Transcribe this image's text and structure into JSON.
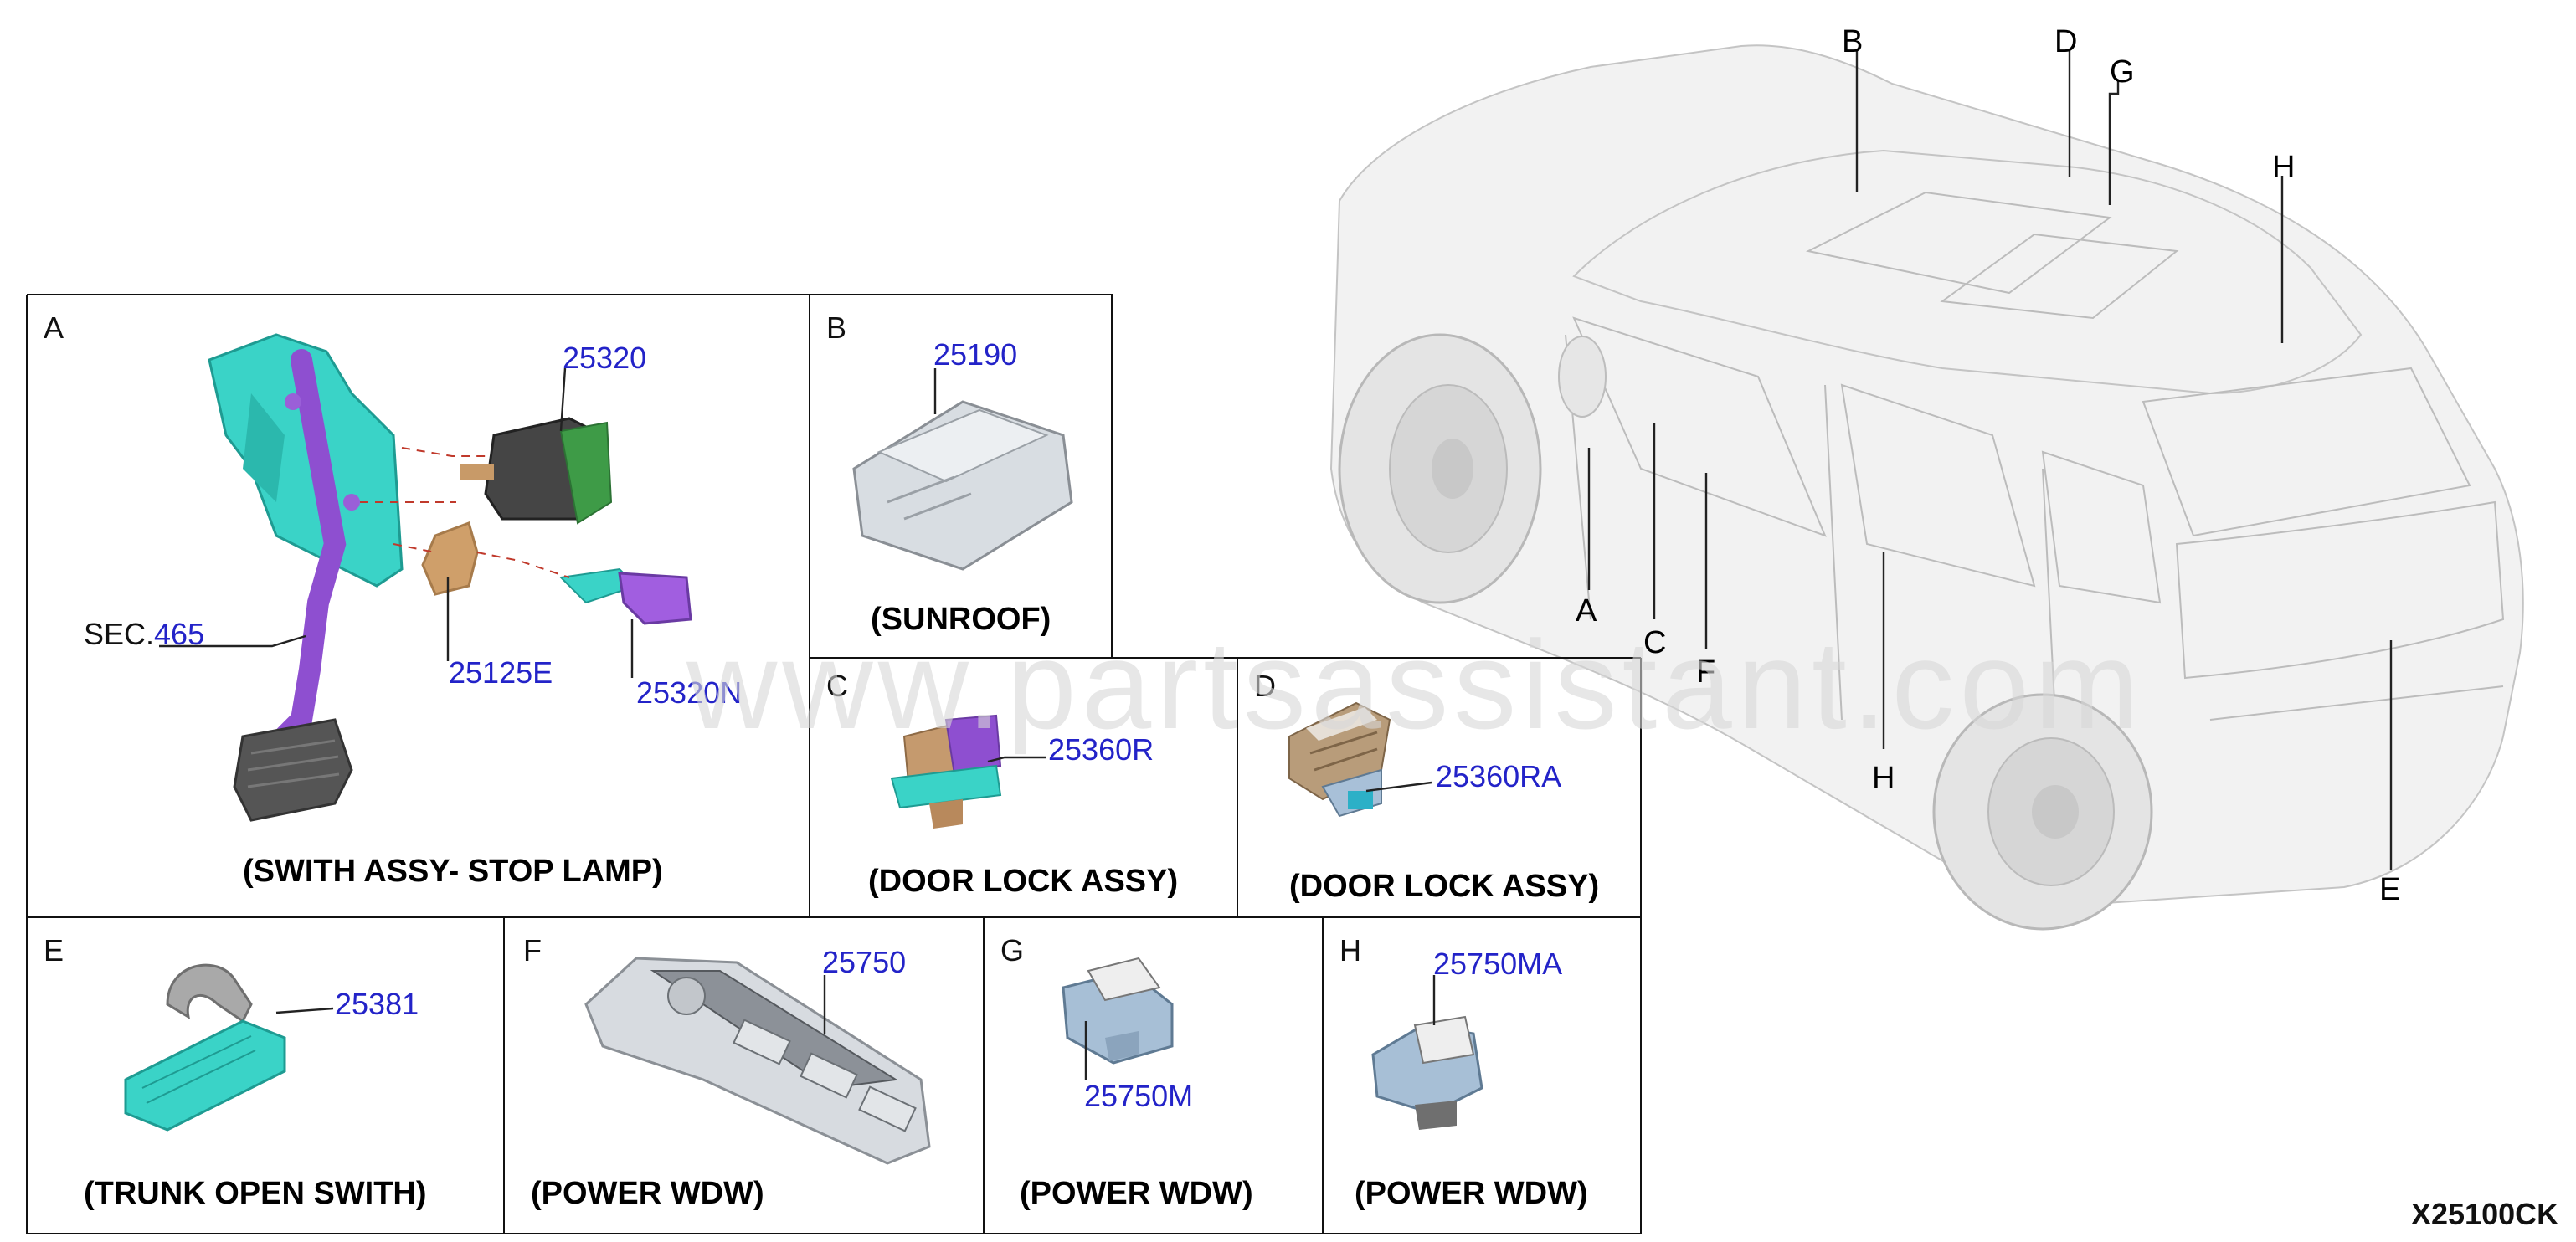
{
  "colors": {
    "callout_blue": "#2323c8",
    "part_teal": "#36d6c9",
    "part_purple": "#8e4fd0",
    "part_green": "#3e9b47",
    "car_outline": "#bcbcbc"
  },
  "diagram_code": "X25100CK",
  "watermark": "www.partsassistant.com",
  "car": {
    "location_labels": [
      "A",
      "B",
      "C",
      "D",
      "E",
      "F",
      "G",
      "H",
      "H"
    ]
  },
  "panels": [
    {
      "letter": "A",
      "caption": "(SWITH ASSY- STOP LAMP)",
      "parts": [
        "25320",
        "25125E",
        "25320N"
      ],
      "sec_prefix": "SEC.",
      "sec_number": "465",
      "icons": [
        "pedal-bracket-icon",
        "stop-lamp-switch-icon",
        "bushing-icon",
        "clutch-switch-icon"
      ]
    },
    {
      "letter": "B",
      "caption": "(SUNROOF)",
      "parts": [
        "25190"
      ],
      "icons": [
        "sunroof-switch-icon"
      ]
    },
    {
      "letter": "C",
      "caption": "(DOOR LOCK ASSY)",
      "parts": [
        "25360R"
      ],
      "icons": [
        "door-lock-switch-icon"
      ]
    },
    {
      "letter": "D",
      "caption": "(DOOR LOCK ASSY)",
      "parts": [
        "25360RA"
      ],
      "icons": [
        "door-lock-switch-icon"
      ]
    },
    {
      "letter": "E",
      "caption": "(TRUNK OPEN SWITH)",
      "parts": [
        "25381"
      ],
      "icons": [
        "trunk-opener-switch-icon"
      ]
    },
    {
      "letter": "F",
      "caption": "(POWER WDW)",
      "parts": [
        "25750"
      ],
      "icons": [
        "power-window-master-switch-icon"
      ]
    },
    {
      "letter": "G",
      "caption": "(POWER WDW)",
      "parts": [
        "25750M"
      ],
      "icons": [
        "power-window-switch-icon"
      ]
    },
    {
      "letter": "H",
      "caption": "(POWER WDW)",
      "parts": [
        "25750MA"
      ],
      "icons": [
        "power-window-switch-icon"
      ]
    }
  ]
}
